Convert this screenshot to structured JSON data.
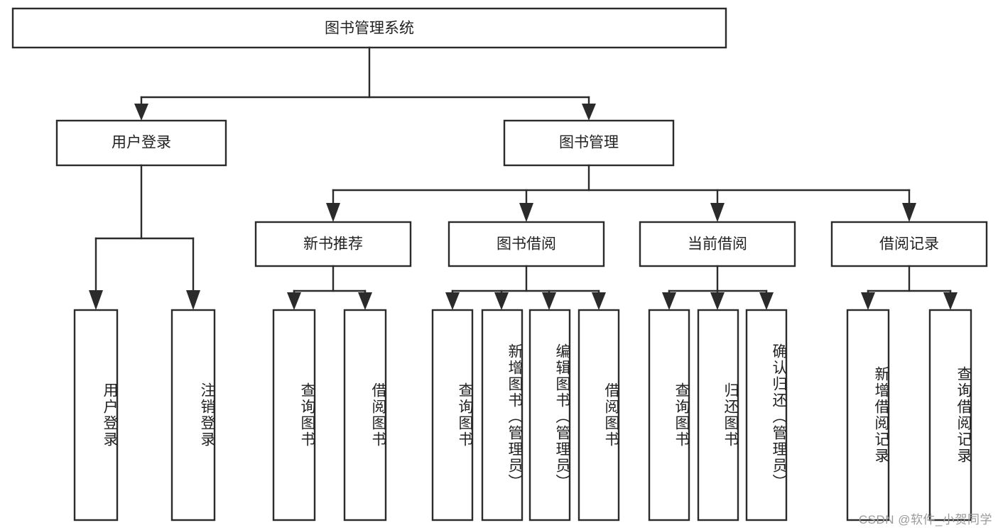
{
  "diagram": {
    "type": "tree-hierarchy",
    "title": "图书管理系统",
    "watermark": "CSDN @软件_小贺同学",
    "colors": {
      "stroke": "#2b2b2b",
      "fill": "#ffffff",
      "text": "#222222",
      "watermark": "#9a9a9a"
    },
    "levels": {
      "root": {
        "label": "图书管理系统"
      },
      "level2": [
        {
          "id": "user-login",
          "label": "用户登录"
        },
        {
          "id": "book-management",
          "label": "图书管理"
        }
      ],
      "level3": [
        {
          "id": "new-book-recommend",
          "label": "新书推荐",
          "parent": "book-management"
        },
        {
          "id": "book-borrow",
          "label": "图书借阅",
          "parent": "book-management"
        },
        {
          "id": "current-borrow",
          "label": "当前借阅",
          "parent": "book-management"
        },
        {
          "id": "borrow-record",
          "label": "借阅记录",
          "parent": "book-management"
        }
      ],
      "leaves": [
        {
          "id": "leaf-user-login",
          "label": "用户登录",
          "parent": "user-login"
        },
        {
          "id": "leaf-logout-login",
          "label": "注销登录",
          "parent": "user-login"
        },
        {
          "id": "leaf-query-book-1",
          "label": "查询图书",
          "parent": "new-book-recommend"
        },
        {
          "id": "leaf-borrow-book-1",
          "label": "借阅图书",
          "parent": "new-book-recommend"
        },
        {
          "id": "leaf-query-book-2",
          "label": "查询图书",
          "parent": "book-borrow"
        },
        {
          "id": "leaf-add-book",
          "label": "新增图书（管理员）",
          "parent": "book-borrow"
        },
        {
          "id": "leaf-edit-book",
          "label": "编辑图书（管理员）",
          "parent": "book-borrow"
        },
        {
          "id": "leaf-borrow-book-2",
          "label": "借阅图书",
          "parent": "book-borrow"
        },
        {
          "id": "leaf-query-book-3",
          "label": "查询图书",
          "parent": "current-borrow"
        },
        {
          "id": "leaf-return-book",
          "label": "归还图书",
          "parent": "current-borrow"
        },
        {
          "id": "leaf-confirm-return",
          "label": "确认归还（管理员）",
          "parent": "current-borrow"
        },
        {
          "id": "leaf-add-record",
          "label": "新增借阅记录",
          "parent": "borrow-record"
        },
        {
          "id": "leaf-query-record",
          "label": "查询借阅记录",
          "parent": "borrow-record"
        }
      ]
    }
  }
}
